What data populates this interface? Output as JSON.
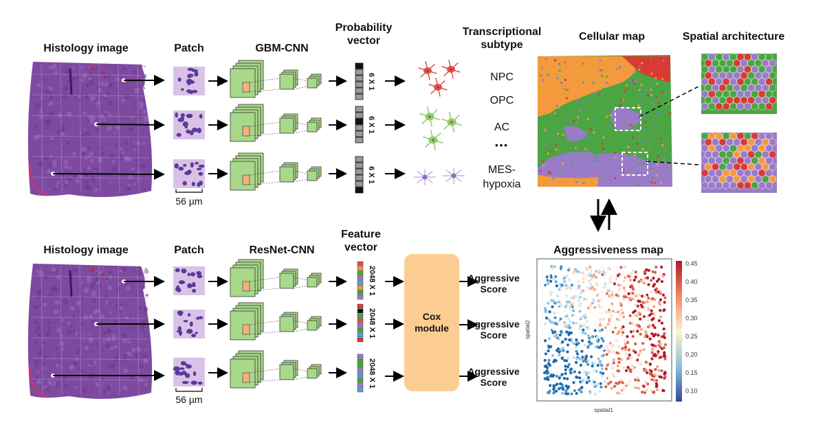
{
  "top": {
    "histology_title": "Histology image",
    "patch_title": "Patch",
    "cnn_title": "GBM-CNN",
    "prob_vector_title_1": "Probability",
    "prob_vector_title_2": "vector",
    "vector_label": "6 X 1",
    "subtype_title_1": "Transcriptional",
    "subtype_title_2": "subtype",
    "subtypes": [
      "NPC",
      "OPC",
      "AC",
      "•••",
      "MES-",
      "hypoxia"
    ],
    "scale_label": "56 µm",
    "cellular_map_title": "Cellular map",
    "spatial_title": "Spatial architecture"
  },
  "bottom": {
    "histology_title": "Histology image",
    "patch_title": "Patch",
    "cnn_title": "ResNet-CNN",
    "feature_vector_title_1": "Feature",
    "feature_vector_title_2": "vector",
    "vector_label": "2048 X 1",
    "cox_line_1": "Cox",
    "cox_line_2": "module",
    "score_line_1": "Aggressive",
    "score_line_2": "Score",
    "scale_label": "56 µm",
    "aggr_title": "Aggressiveness map",
    "aggr_xlabel": "spatial1",
    "aggr_ylabel": "spatial2",
    "colorbar_ticks": [
      "0.45",
      "0.40",
      "0.35",
      "0.30",
      "0.25",
      "0.20",
      "0.15",
      "0.10"
    ]
  },
  "colors": {
    "histology": "#8a52a8",
    "patch_bg": "#d9c2e6",
    "cnn_green": "#a8d88a",
    "cox_orange": "#fbcd93",
    "map_orange": "#f39a3c",
    "map_green": "#4aa542",
    "map_purple": "#9a7bc8",
    "map_red": "#d83a36",
    "npc_neuron": "#d9534f",
    "ac_neuron": "#8fce6a",
    "mes_neuron": "#a98ad6"
  }
}
